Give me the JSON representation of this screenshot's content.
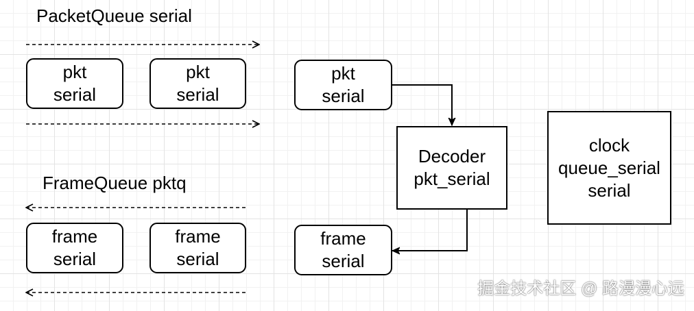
{
  "packet_queue": {
    "title": "PacketQueue serial",
    "nodes": [
      {
        "line1": "pkt",
        "line2": "serial"
      },
      {
        "line1": "pkt",
        "line2": "serial"
      }
    ]
  },
  "frame_queue": {
    "title": "FrameQueue pktq",
    "nodes": [
      {
        "line1": "frame",
        "line2": "serial"
      },
      {
        "line1": "frame",
        "line2": "serial"
      }
    ]
  },
  "current_packet": {
    "line1": "pkt",
    "line2": "serial"
  },
  "decoder": {
    "line1": "Decoder",
    "line2": "pkt_serial"
  },
  "current_frame": {
    "line1": "frame",
    "line2": "serial"
  },
  "clock": {
    "line1": "clock",
    "line2": "queue_serial",
    "line3": "serial"
  },
  "watermark": "掘金技术社区 @ 路漫漫心远",
  "colors": {
    "stroke": "#000000",
    "background": "#ffffff",
    "grid": "#e3e3e3"
  }
}
